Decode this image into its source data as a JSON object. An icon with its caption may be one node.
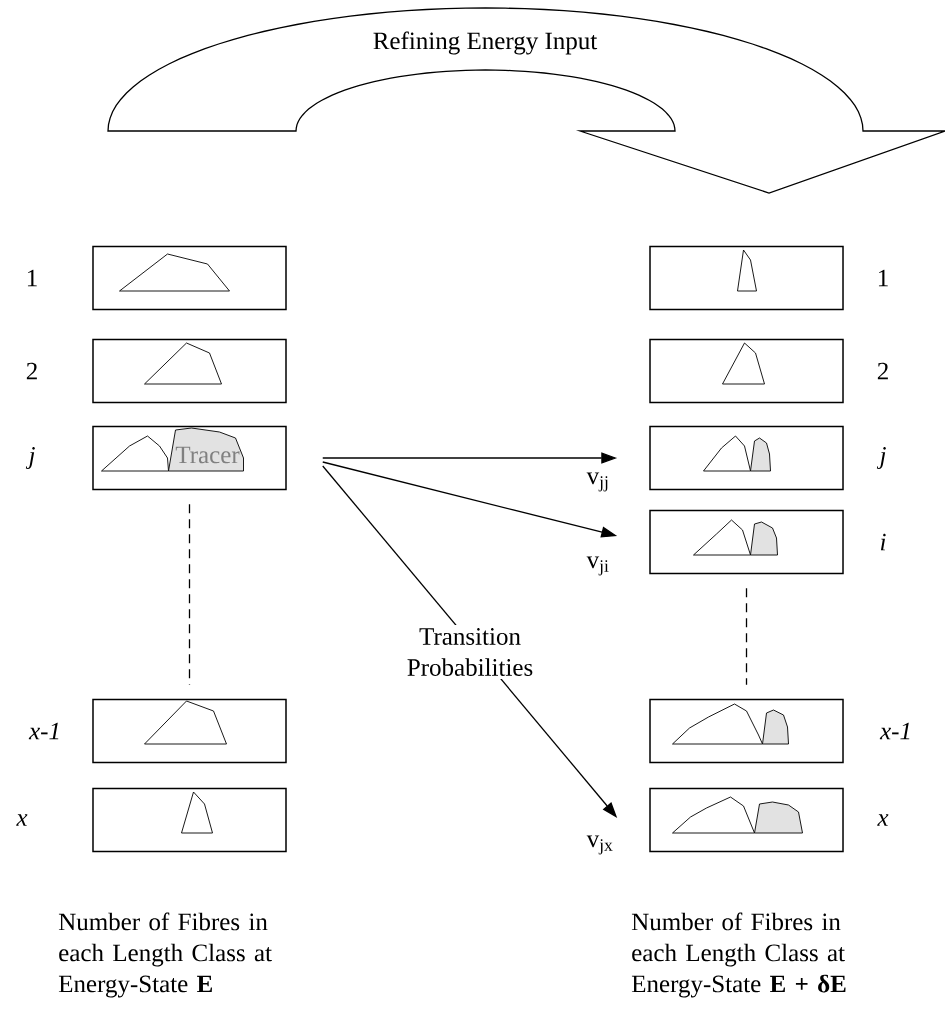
{
  "diagram": {
    "nodes": [
      {
        "text": [
          "Refining Energy Input"
        ]
      },
      {
        "text": [],
        "shape": "box",
        "beside": [
          "1"
        ]
      },
      {
        "text": [],
        "shape": "box",
        "beside": [
          "2"
        ]
      },
      {
        "text": [
          "Tracer"
        ],
        "beside": [
          "j"
        ]
      },
      {
        "text": [],
        "shape": "box",
        "beside": [
          "x-1"
        ]
      },
      {
        "text": [],
        "shape": "box",
        "beside": [
          "x"
        ]
      },
      {
        "text": [],
        "shape": "box",
        "beside": [
          "1"
        ]
      },
      {
        "text": [],
        "shape": "box",
        "beside": [
          "2"
        ]
      },
      {
        "text": [],
        "shape": "box",
        "beside": [
          "j"
        ]
      },
      {
        "text": [],
        "shape": "box",
        "beside": [
          "i"
        ]
      },
      {
        "text": [],
        "shape": "box",
        "beside": [
          "x-1"
        ]
      },
      {
        "text": [],
        "shape": "box",
        "beside": [
          "x"
        ]
      }
    ],
    "edges": [
      {
        "from": 3,
        "to": 8,
        "arrow": "to",
        "label": "v$_{jj}$"
      },
      {
        "from": 3,
        "to": 9,
        "arrow": "to",
        "label": "v$_{ji}$"
      },
      {
        "from": 3,
        "to": 11,
        "arrow": "to",
        "label": "v$_{jx}$"
      },
      {
        "from": 3,
        "to": 4,
        "arrow": "none",
        "style": "dashed"
      },
      {
        "from": 9,
        "to": 10,
        "arrow": "none",
        "style": "dashed"
      }
    ],
    "labels": [
      "Transition Probabilities",
      "Number of Fibres in each Length Class at Energy-State **E**",
      "Number of Fibres in each Length Class at Energy-State **E + δE**"
    ]
  }
}
